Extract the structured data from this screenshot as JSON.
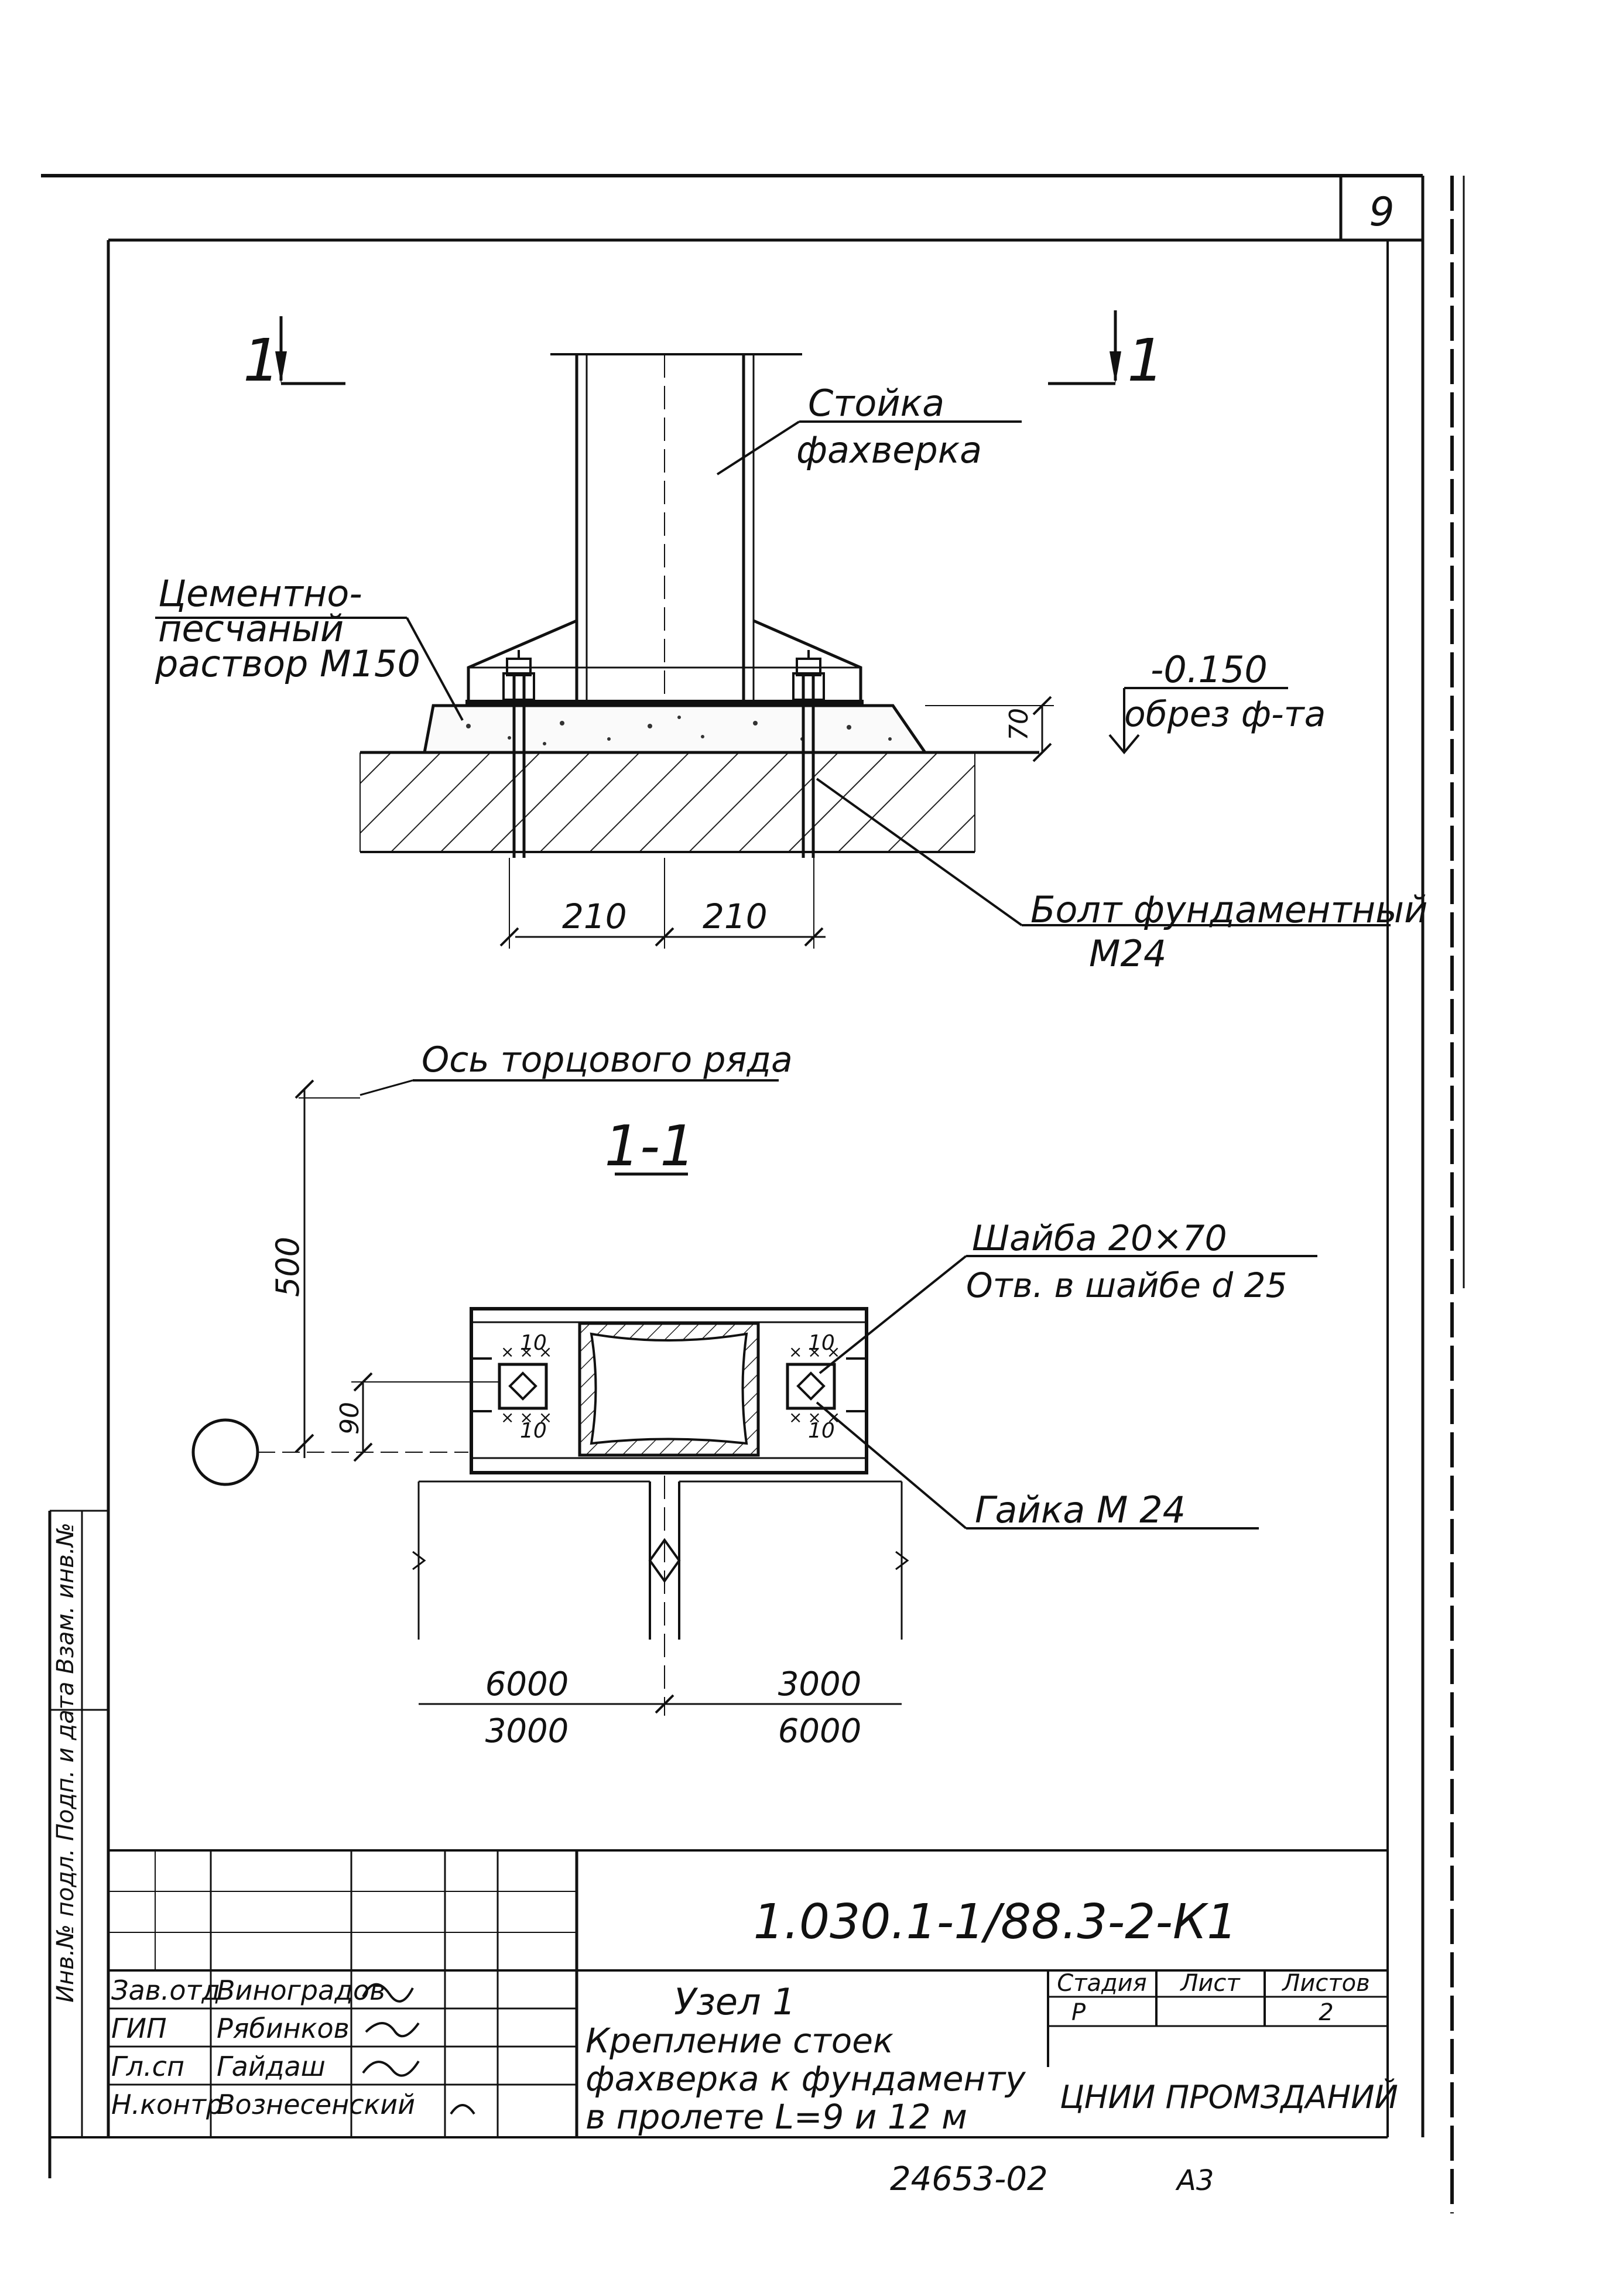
{
  "sheet_number": "9",
  "section_markers": {
    "left": "1",
    "right": "1"
  },
  "labels": {
    "column_line1": "Стойка",
    "column_line2": "фахверка",
    "mortar_line1": "Цементно-",
    "mortar_line2": "песчаный",
    "mortar_line3": "раствор М150",
    "elevation_value": "-0.150",
    "elevation_note": "обрез ф-та",
    "bolt_line1": "Болт фундаментный",
    "bolt_line2": "М24",
    "axis_label": "Ось торцового ряда",
    "section_title": "1-1",
    "washer_line1": "Шайба 20×70",
    "washer_line2": "Отв. в шайбе d 25",
    "nut_label": "Гайка  М 24"
  },
  "dimensions": {
    "mortar_thickness": "70",
    "bolt_spacing_left": "210",
    "bolt_spacing_right": "210",
    "axis_offset": "500",
    "bolt_offset": "90",
    "weld_top_left": "10",
    "weld_bottom_left": "10",
    "weld_top_right": "10",
    "weld_bottom_right": "10",
    "span_left_top": "6000",
    "span_left_bottom": "3000",
    "span_right_top": "3000",
    "span_right_bottom": "6000"
  },
  "title_block": {
    "document_code": "1.030.1-1/88.3-2-К1",
    "node_title": "Узел 1",
    "description_line1": "Крепление  стоек",
    "description_line2": "фахверка к фундаменту",
    "description_line3": "в пролете L=9 и 12 м",
    "stage_header": "Стадия",
    "sheet_header": "Лист",
    "sheets_header": "Листов",
    "stage_value": "Р",
    "sheets_value": "2",
    "organization": "ЦНИИ ПРОМЗДАНИЙ",
    "signatures": [
      {
        "role": "Зав.отд",
        "name": "Виноградов"
      },
      {
        "role": "ГИП",
        "name": "Рябинков"
      },
      {
        "role": "Гл.сп",
        "name": "Гайдаш"
      },
      {
        "role": "Н.контр",
        "name": "Вознесенский"
      }
    ],
    "side_stamp": "Инв.№ подл. Подп. и дата Взам. инв.№"
  },
  "archive_number": "24653-02",
  "format_mark": "А3"
}
